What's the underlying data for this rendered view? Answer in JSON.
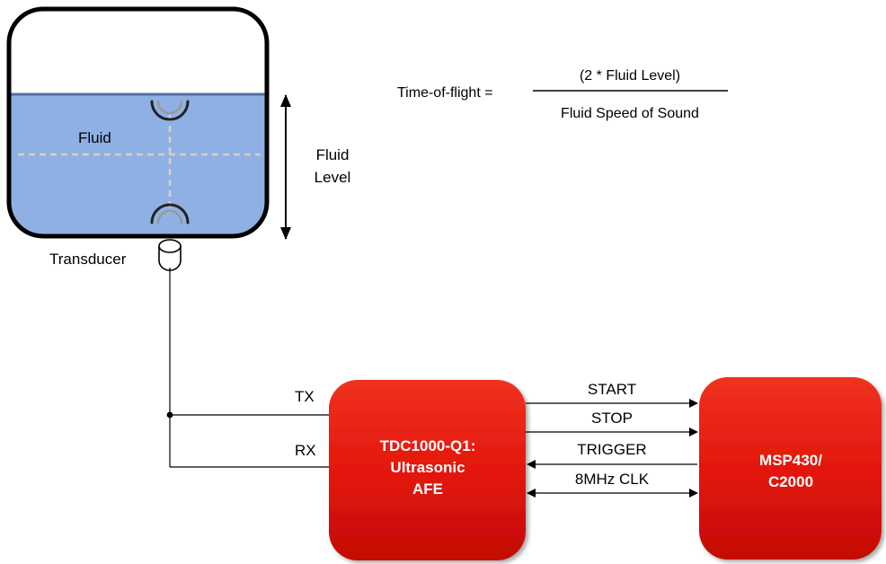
{
  "tank": {
    "fluid_label": "Fluid",
    "fluid_color": "#8fb0e3",
    "surface_color": "#4f6fa3"
  },
  "fluid_level": {
    "line1": "Fluid",
    "line2": "Level"
  },
  "transducer_label": "Transducer",
  "formula": {
    "lhs": "Time-of-flight =",
    "numerator": "(2 * Fluid Level)",
    "denominator": "Fluid Speed of Sound"
  },
  "afe_block": {
    "line1": "TDC1000-Q1:",
    "line2": "Ultrasonic",
    "line3": "AFE",
    "color": "#e8190f"
  },
  "mcu_block": {
    "line1": "MSP430/",
    "line2": "C2000",
    "color": "#e8190f"
  },
  "ports": {
    "tx": "TX",
    "rx": "RX"
  },
  "signals": {
    "start": "START",
    "stop": "STOP",
    "trigger": "TRIGGER",
    "clk": "8MHz CLK"
  }
}
